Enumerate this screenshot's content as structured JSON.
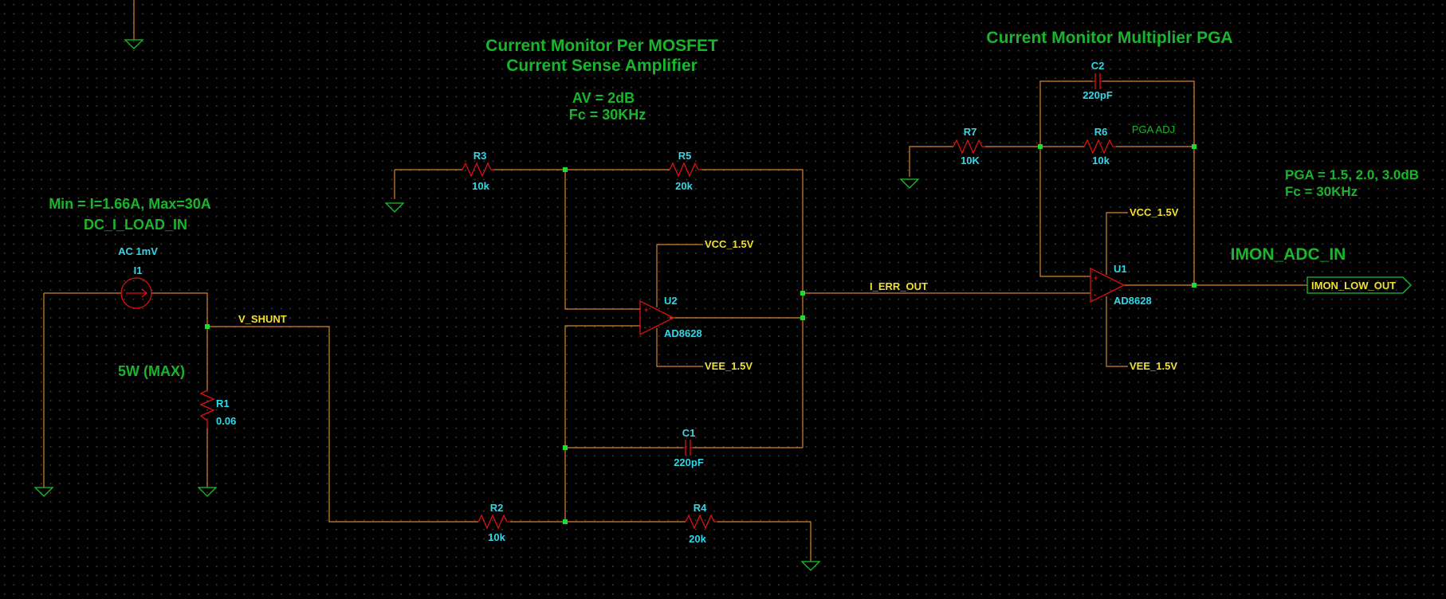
{
  "titles": {
    "main_line1": "Current Monitor Per MOSFET",
    "main_line2": "Current Sense Amplifier",
    "av": "AV = 2dB",
    "fc": "Fc = 30KHz",
    "pga_title": "Current Monitor Multiplier PGA",
    "pga_gain": "PGA = 1.5, 2.0, 3.0dB",
    "pga_fc": "Fc = 30KHz",
    "imon_adc": "IMON_ADC_IN",
    "load_range": "Min = I=1.66A, Max=30A",
    "load_name": "DC_I_LOAD_IN",
    "power": "5W (MAX)",
    "pga_adj": "PGA ADJ"
  },
  "source": {
    "ac": "AC 1mV",
    "ref": "I1"
  },
  "components": {
    "R1": {
      "ref": "R1",
      "value": "0.06"
    },
    "R2": {
      "ref": "R2",
      "value": "10k"
    },
    "R3": {
      "ref": "R3",
      "value": "10k"
    },
    "R4": {
      "ref": "R4",
      "value": "20k"
    },
    "R5": {
      "ref": "R5",
      "value": "20k"
    },
    "R6": {
      "ref": "R6",
      "value": "10k"
    },
    "R7": {
      "ref": "R7",
      "value": "10K"
    },
    "C1": {
      "ref": "C1",
      "value": "220pF"
    },
    "C2": {
      "ref": "C2",
      "value": "220pF"
    },
    "U1": {
      "ref": "U1",
      "part": "AD8628"
    },
    "U2": {
      "ref": "U2",
      "part": "AD8628"
    }
  },
  "nets": {
    "vshunt": "V_SHUNT",
    "ierr": "I_ERR_OUT",
    "vcc": "VCC_1.5V",
    "vee": "VEE_1.5V",
    "out_port": "IMON_LOW_OUT"
  },
  "colors": {
    "background": "#000000",
    "wire": "#d9822b",
    "component": "#e01010",
    "label_green": "#19b52a",
    "ref_cyan": "#30d8e8",
    "net_yellow": "#f0e030",
    "node": "#18e030"
  }
}
